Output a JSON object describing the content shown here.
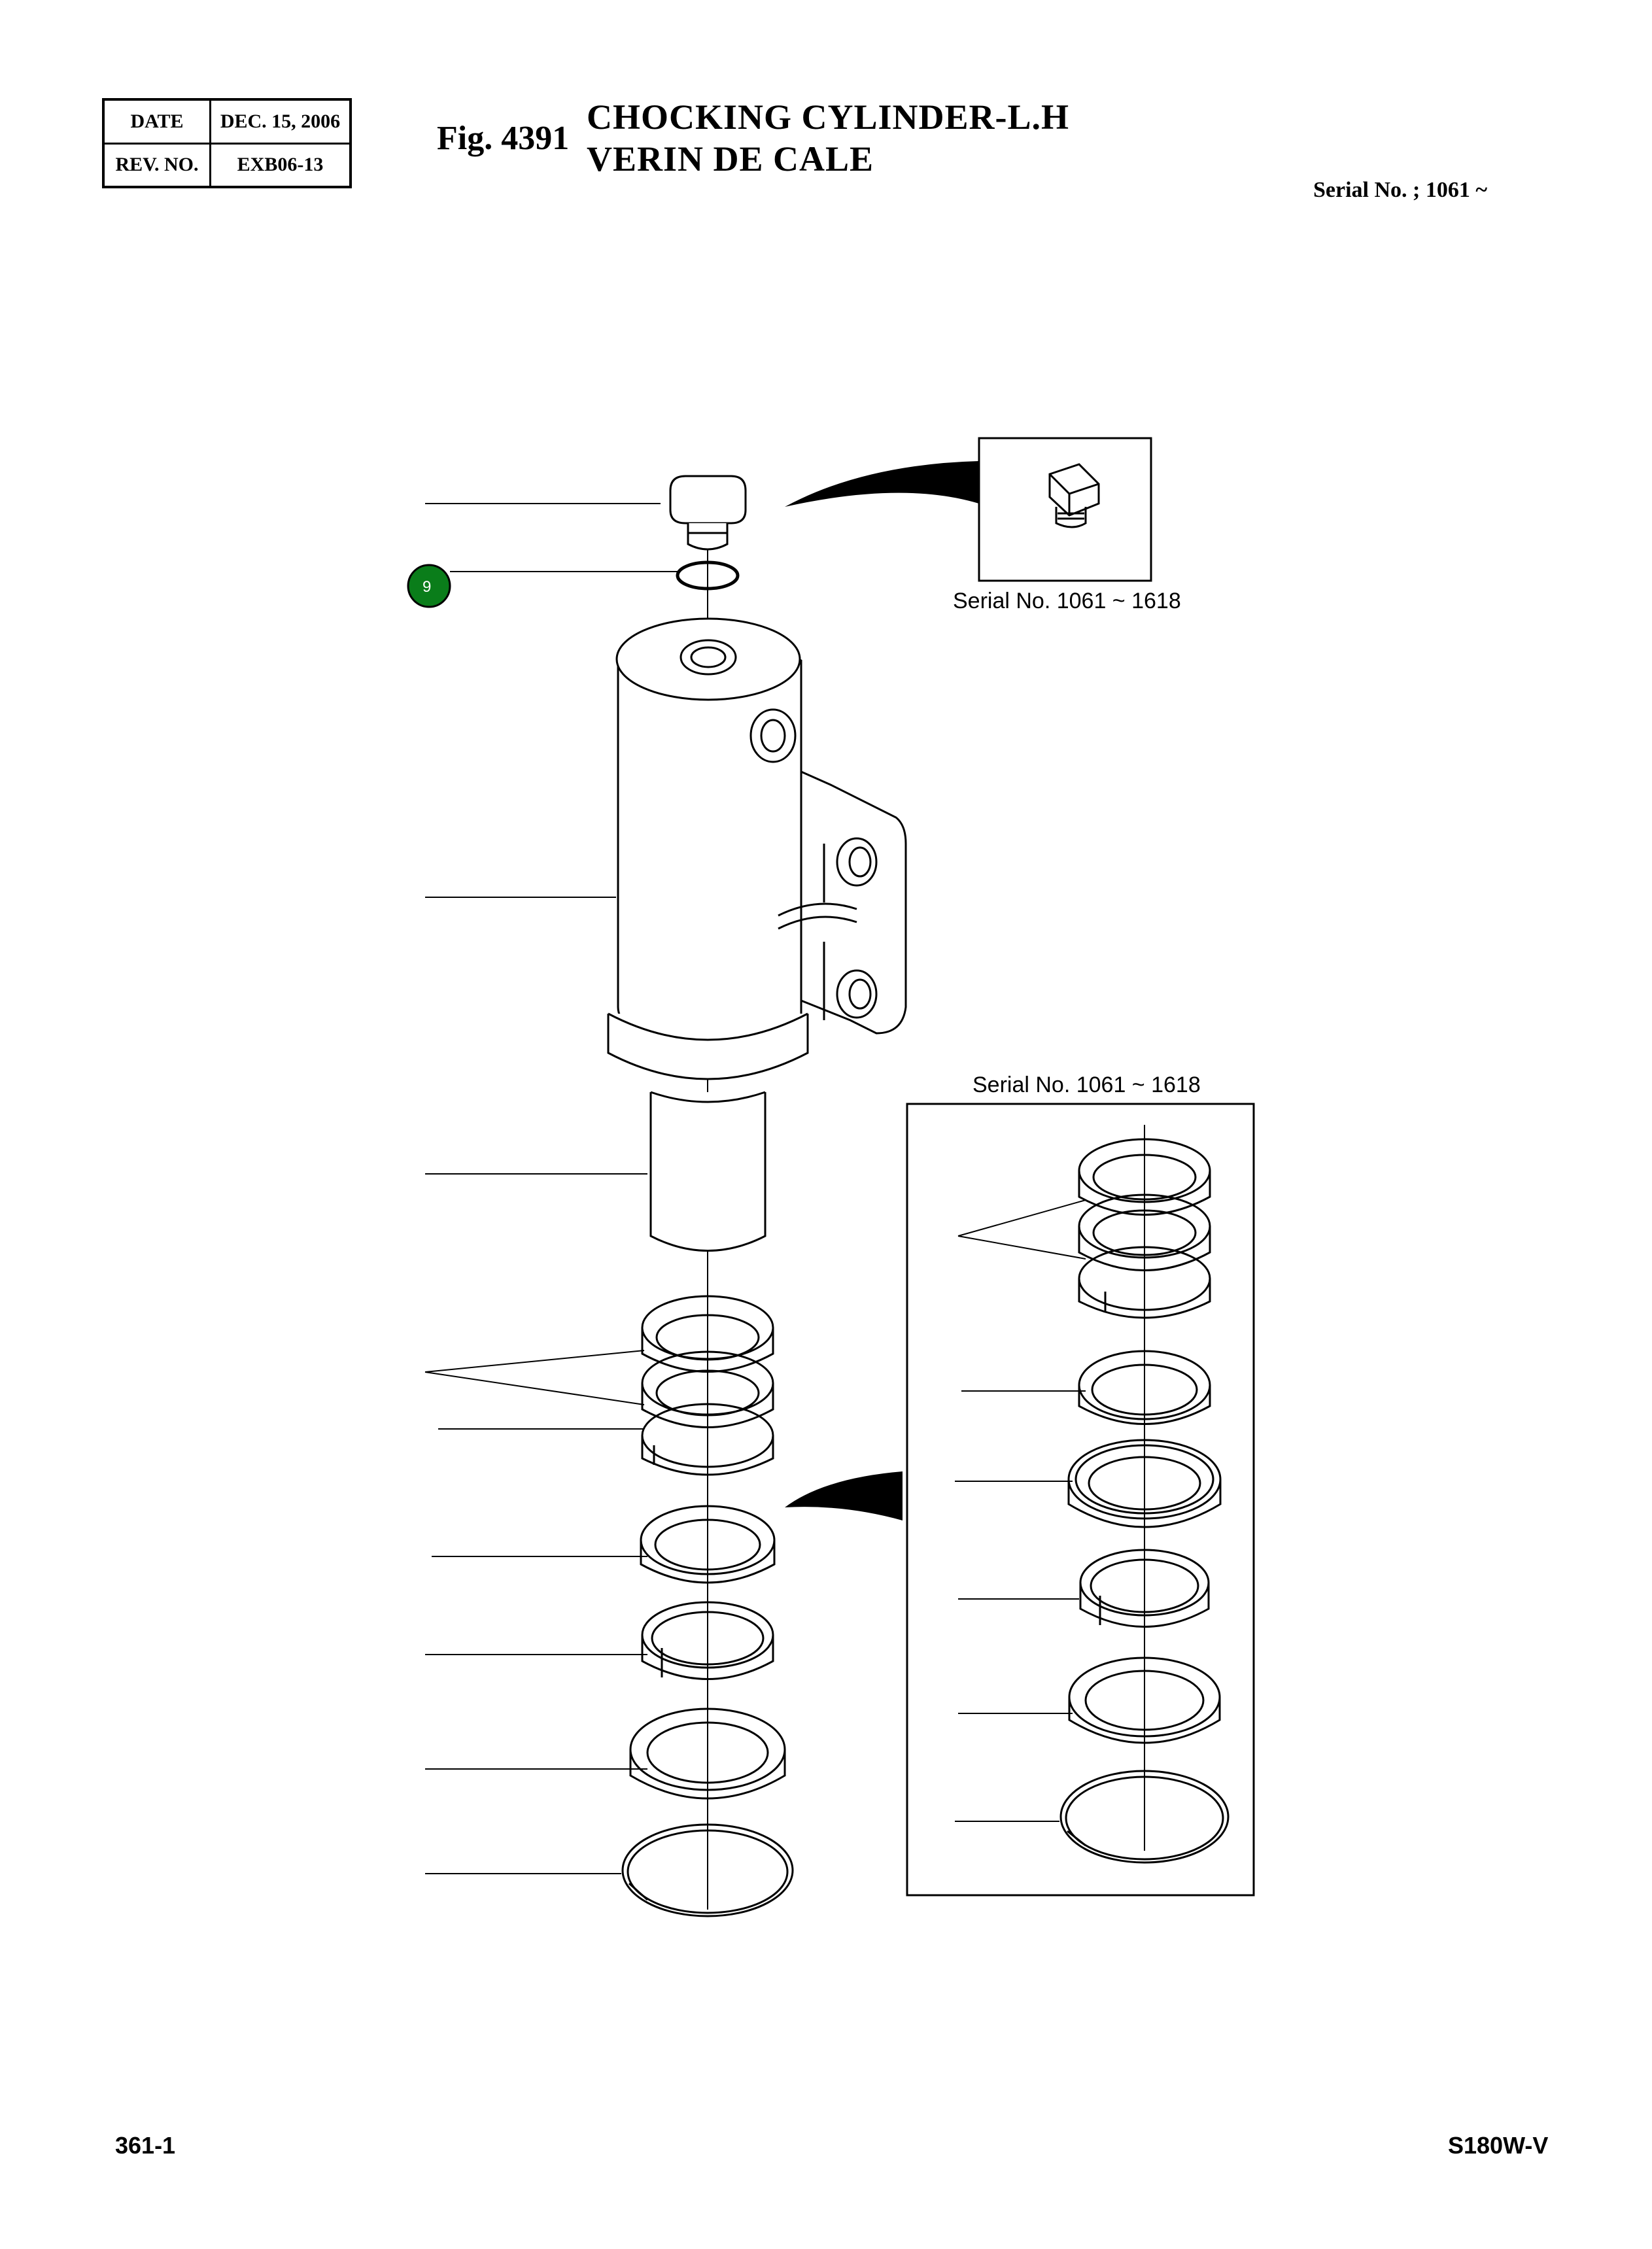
{
  "header": {
    "date_label": "DATE",
    "date_value": "DEC. 15, 2006",
    "rev_label": "REV. NO.",
    "rev_value": "EXB06-13"
  },
  "figure": {
    "number": "Fig. 4391",
    "title_en": "CHOCKING CYLINDER-L.H",
    "title_fr": "VERIN DE CALE",
    "serial_range": "Serial No. ; 1061 ~"
  },
  "diagram": {
    "inset_plug_caption": "Serial No. 1061 ~ 1618",
    "inset_seals_caption": "Serial No. 1061 ~ 1618",
    "callouts": [
      {
        "number": "9",
        "part": "o-ring",
        "color": "#0a7d1a"
      }
    ]
  },
  "footer": {
    "page": "361-1",
    "model": "S180W-V"
  }
}
